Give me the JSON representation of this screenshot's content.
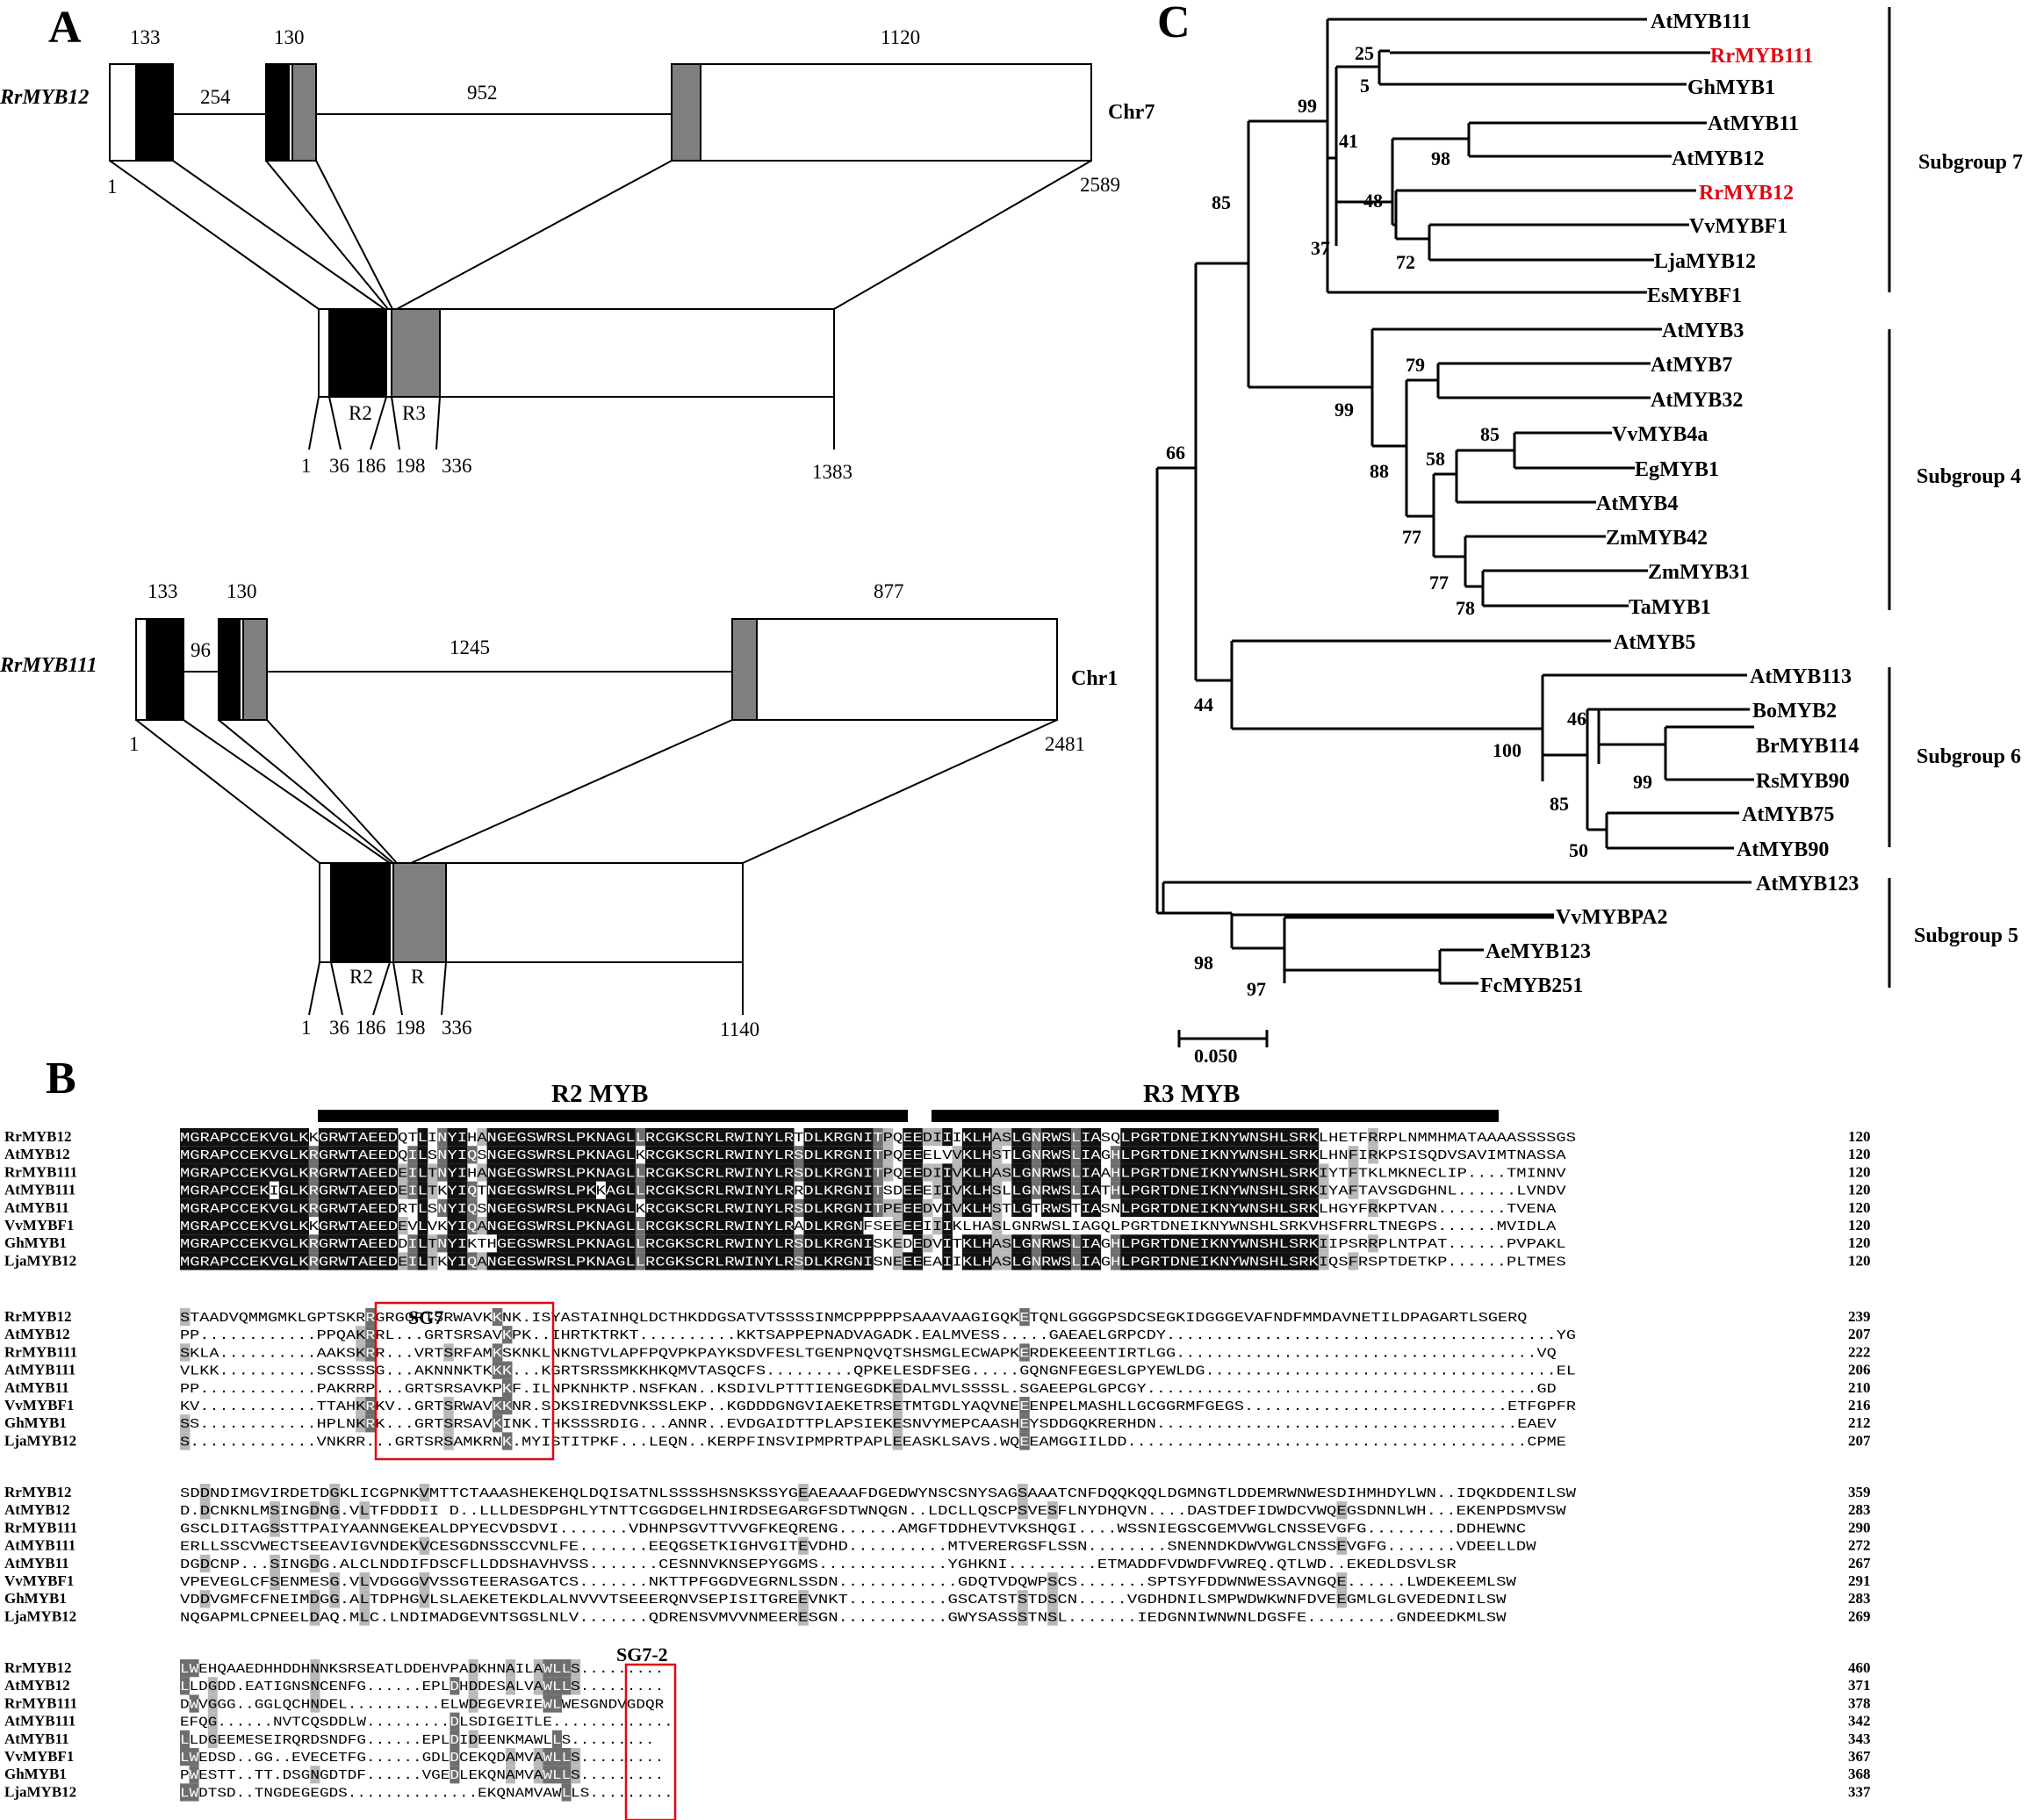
{
  "colors": {
    "highlight": "#e30613",
    "exon_black": "#000000",
    "exon_gray": "#7f7f7f",
    "shade_dark": "#2b2b2b",
    "shade_mid": "#6e6e6e",
    "shade_light": "#b8b8b8"
  },
  "panelA": {
    "letter": "A",
    "gene1": {
      "name": "RrMYB12",
      "chr": "Chr7",
      "exon_lengths": [
        "133",
        "130",
        "1120"
      ],
      "intron_lengths": [
        "254",
        "952"
      ],
      "start": "1",
      "end": "2589",
      "protein_ticks": [
        "1",
        "36",
        "186",
        "198",
        "336",
        "1383"
      ],
      "domains": [
        "R2",
        "R3"
      ]
    },
    "gene2": {
      "name": "RrMYB111",
      "chr": "Chr1",
      "exon_lengths": [
        "133",
        "130",
        "877"
      ],
      "intron_lengths": [
        "96",
        "1245"
      ],
      "start": "1",
      "end": "2481",
      "protein_ticks": [
        "1",
        "36",
        "186",
        "198",
        "336",
        "1140"
      ],
      "domains": [
        "R2",
        "R"
      ]
    }
  },
  "panelC": {
    "letter": "C",
    "leaves": [
      "AtMYB111",
      "RrMYB111",
      "GhMYB1",
      "AtMYB11",
      "AtMYB12",
      "RrMYB12",
      "VvMYBF1",
      "LjaMYB12",
      "EsMYBF1",
      "AtMYB3",
      "AtMYB7",
      "AtMYB32",
      "VvMYB4a",
      "EgMYB1",
      "AtMYB4",
      "ZmMYB42",
      "ZmMYB31",
      "TaMYB1",
      "AtMYB5",
      "AtMYB113",
      "BoMYB2",
      "BrMYB114",
      "RsMYB90",
      "AtMYB75",
      "AtMYB90",
      "AtMYB123",
      "VvMYBPA2",
      "AeMYB123",
      "FcMYB251"
    ],
    "highlighted": [
      "RrMYB111",
      "RrMYB12"
    ],
    "bootstrap": [
      "25",
      "5",
      "99",
      "41",
      "98",
      "48",
      "37",
      "72",
      "85",
      "79",
      "99",
      "85",
      "58",
      "88",
      "77",
      "77",
      "78",
      "66",
      "44",
      "46",
      "100",
      "99",
      "85",
      "50",
      "98",
      "97"
    ],
    "subgroups": [
      "Subgroup 7",
      "Subgroup 4",
      "Subgroup 6",
      "Subgroup 5"
    ],
    "scale": "0.050"
  },
  "panelB": {
    "letter": "B",
    "domain_labels": [
      "R2 MYB",
      "R3 MYB"
    ],
    "motif_labels": [
      "SG7",
      "SG7-2"
    ],
    "blocks": [
      {
        "names": [
          "RrMYB12",
          "AtMYB12",
          "RrMYB111",
          "AtMYB111",
          "AtMYB11",
          "VvMYBF1",
          "GhMYB1",
          "LjaMYB12"
        ],
        "seqs": [
          "MGRAPCCEKVGLKKGRWTAEEDQTLINYIHANGEGSWRSLPKNAGLLRCGKSCRLRWINYLRTDLKRGNITPQEEDIIIKLHASLGNRWSLIASQLPGRTDNEIKNYWNSHLSRKLHETFRRPLNMMHMATAAAASSSSGS",
          "MGRAPCCEKVGLKRGRWTAEEDQILSNYIQSNGEGSWRSLPKNAGLKRCGKSCRLRWINYLRSDLKRGNITPQEEELVVKLHSTLGNRWSLIAGHLPGRTDNEIKNYWNSHLSRKLHNFIRKPSISQDVSAVIMTNASSA",
          "MGRAPCCEKVGLKRGRWTAEEDEILTNYIHANGEGSWRSLPKNAGLLRCGKSCRLRWINYLRSDLKRGNITPQEEDIIVKLHASLGNRWSLIAAHLPGRTDNEIKNYWNSHLSRKIYTFTKLMKNECLIP....TMINNV",
          "MGRAPCCEKIGLKRGRWTAEEDEILTKYIQTNGEGSWRSLPKKAGLLRCGKSCRLRWINYLRRDLKRGNITSDEEEIIVKLHSLLGNRWSLIATHLPGRTDNEIKNYWNSHLSRKIYAFTAVSGDGHNL......LVNDV",
          "MGRAPCCEKVGLKRGRWTAEEDRTLSNYIQSNGEGSWRSLPKNAGLKRCGKSCRLRWINYLRSDLKRGNITPEEEDVIVKLHSTLGTRWSTIASNLPGRTDNEIKNYWNSHLSRKLHGYFRKPTVAN.......TVENA",
          "MGRAPCCEKVGLKKGRWTAEEDEVLVKYIQANGEGSWRSLPKNAGLLRCGKSCRLRWINYLRADLKRGNFSEEEEIIIKLHASLGNRWSLIAGQLPGRTDNEIKNYWNSHLSRKVHSFRRLTNEGPS......MVIDLA",
          "MGRAPCCEKVGLKRGRWTAEEDDILTNYIKTHGEGSWRSLPKNAGLLRCGKSCRLRWINYLRSDLKRGNISKEDEDVITKLHASLGNRWSLIAGHLPGRTDNEIKNYWNSHLSRKIIPSRRPLNTPAT......PVPAKL",
          "MGRAPCCEKVGLKRGRWTAEEDEILTKYIQANGEGSWRSLPKNAGLLRCGKSCRLRWINYLRSDLKRGNISNEEEEAIIKLHASLGNRWSLIAGHLPGRTDNEIKNYWNSHLSRKIQSFRSPTDETKP......PLTMES"
        ],
        "ends": [
          "120",
          "120",
          "120",
          "120",
          "120",
          "120",
          "120",
          "120"
        ]
      },
      {
        "names": [
          "RrMYB12",
          "AtMYB12",
          "RrMYB111",
          "AtMYB111",
          "AtMYB11",
          "VvMYBF1",
          "GhMYB1",
          "LjaMYB12"
        ],
        "seqs": [
          "STAADVQMMGMKLGPTSKRRGRGGRTSRWAVKKNK.ISYASTAINHQLDCTHKDDGSATVTSSSSINMCPPPPPSAAAVAAGIGQKETQNLGGGGPSDCSEGKIDGGGEVAFNDFMMDAVNETILDPAGARTLSGERQ",
          "PP............PPQAKRRL...GRTSRSAVKPK..IHRTKTRKT..........KKTSAPPEPNADVAGADK.EALMVESS.....GAEAELGRPCDY........................................YG",
          "SKLA..........AAKSKRR...VRTSRFAMKSKNKLNKNGTVLAPFPQVPKPAYKSDVFESLTGENPNQVQTSHSMGLECWAPKERDEKEEENTIRTLGG.....................................VQ",
          "VLKK..........SCSSSSG...AKNNNKTKKK...KGRTSRSSMKKHKQMVTASQCFS.........QPKELESDFSEG.....GQNGNFEGESLGPYEWLDG....................................EL",
          "PP............PAKRRP...GRTSRSAVKPKF.ILNPKNHKTP.NSFKAN..KSDIVLPTTTIENGEGDKEDALMVLSSSSL.SGAEEPGLGPCGY........................................GD",
          "KV............TTAHKRKV..GRTSRWAVKKNR.SDKSIREDVNKSSLEKP..KGDDDGNGVIAEKETRSETMTGDLYAQVNEEENPELMASHLLGCGGRMFGEGS...........................ETFGPFR",
          "SS............HPLNKRK...GRTSRSAVKINK.THKSSSRDIG...ANNR..EVDGAIDTTPLAPSIEKESNVYMEPCAASHEYSDDGQKRERHDN.....................................EAEV",
          "S.............VNKRR...GRTSRSAMKRNK.MYISTITPKF...LEQN..KERPFINSVIPMPRTPAPLEEASKLSAVS.WQEEAMGGIILDD.........................................CPME"
        ],
        "ends": [
          "239",
          "207",
          "222",
          "206",
          "210",
          "216",
          "212",
          "207"
        ]
      },
      {
        "names": [
          "RrMYB12",
          "AtMYB12",
          "RrMYB111",
          "AtMYB111",
          "AtMYB11",
          "VvMYBF1",
          "GhMYB1",
          "LjaMYB12"
        ],
        "seqs": [
          "SDDNDIMGVIRDETDGKLICGPNKVMTTCTAAASHEKEHQLDQISATNLSSSSHSNSKSSYGEAEAAAFDGEDWYNSCSNYSAGSAAATCNFDQQKQQLDGMNGTLDDEMRWNWESDIHMHDYLWN..IDQKDDENILSW",
          "D.DCNKNLMSINGDNG.VLTFDDDII D..LLLDESDPGHLYTNTTCGGDGELHNIRDSEGARGFSDTWNQGN..LDCLLQSCPSVESFLNYDHQVN....DASTDEFIDWDCVWQEGSDNNLWH...EKENPDSMVSW",
          "GSCLDITAGSSTTPAIYAANNGEKEALDPYECVDSDVI.......VDHNPSGVTTVVGFKEQRENG......AMGFTDDHEVTVKSHQGI....WSSNIEGSCGEMVWGLCNSSEVGFG.........DDHEWNC",
          "ERLLSSCVWECTSEEAVIGVNDEKVCESGDNSSCCVNLFE.......EEQGSETKIGHVGITEVDHD..........MTVERERGSFLSSN........SNENNDKDWVWGLCNSSEVGFG.......VDEELLDW",
          "DGDCNP...SINGDG.ALCLNDDIFDSCFLLDDSHAVHVSS.......CESNNVKNSEPYGGMS.............YGHKNI.........ETMADDFVDWDFVWREQ.QTLWD..EKEDLDSVLSR",
          "VPEVEGLCFSENMESG.VLVDGGGVVSSGTEERASGATCS.......NKTTPFGGDVEGRNLSSDN............GDQTVDQWPSCS.......SPTSYFDDWNWESSAVNGQE......LWDEKEEMLSW",
          "VDDVGMFCFNEIMDGG.ALTDPHGVLSLAEKETEKDLALNVVVTSEEERQNVSEPISITGREEVNKT..........GSCATSTSTDSCN.....VGDHDNILSMPWDWKWNFDVEEGMLGLGVEDEDNILSW",
          "NQGAPMLCPNEELDAQ.MLC.LNDIMADGEVNTSGSLNLV.......QDRENSVMVVNMEERESGN...........GWYSASSSTNSL.......IEDGNNIWNWNLDGSFE.........GNDEEDKMLSW"
        ],
        "ends": [
          "359",
          "283",
          "290",
          "272",
          "267",
          "291",
          "283",
          "269"
        ]
      },
      {
        "names": [
          "RrMYB12",
          "AtMYB12",
          "RrMYB111",
          "AtMYB111",
          "AtMYB11",
          "VvMYBF1",
          "GhMYB1",
          "LjaMYB12"
        ],
        "seqs": [
          "LWEHQAAEDHHDDHNNKSRSEATLDDEHVPADKHNAILAWLLS.........",
          "LLDGDD.EATIGNSNCENFG......EPLDHDDESALVAWLLS.........",
          "DWVGGG..GGLQCHNDEL..........ELWDEGEVRIEWLWESGNDVGDQR",
          "EFQG......NVTCQSDDLW.........DLSDIGEITLE.............",
          "LLDGEEMESEIRQRDSNDFG......EPLDIDEENKMAWLLS.........",
          "LWEDSD..GG..EVECETFG......GDLDCEKQDAMVAWLLS.........",
          "PWESTT..TT.DSGNGDTDF......VGEDLEKQNAMVAWLLS.........",
          "LWDTSD..TNGDEGEGDS..............EKQNAMVAWLLS........."
        ],
        "ends": [
          "460",
          "371",
          "378",
          "342",
          "343",
          "367",
          "368",
          "337"
        ]
      }
    ]
  }
}
